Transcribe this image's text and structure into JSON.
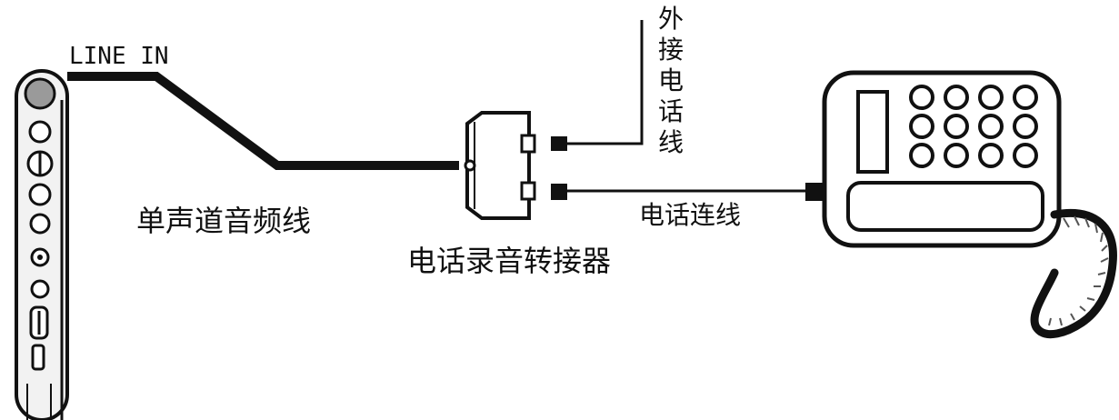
{
  "labels": {
    "line_in": "LINE IN",
    "mono_cable": "单声道音频线",
    "converter": "电话录音转接器",
    "external_line": "外接电话线",
    "phone_connection": "电话连线"
  },
  "colors": {
    "ink": "#111111",
    "background": "#ffffff",
    "device_fill": "#f2f2f2"
  }
}
